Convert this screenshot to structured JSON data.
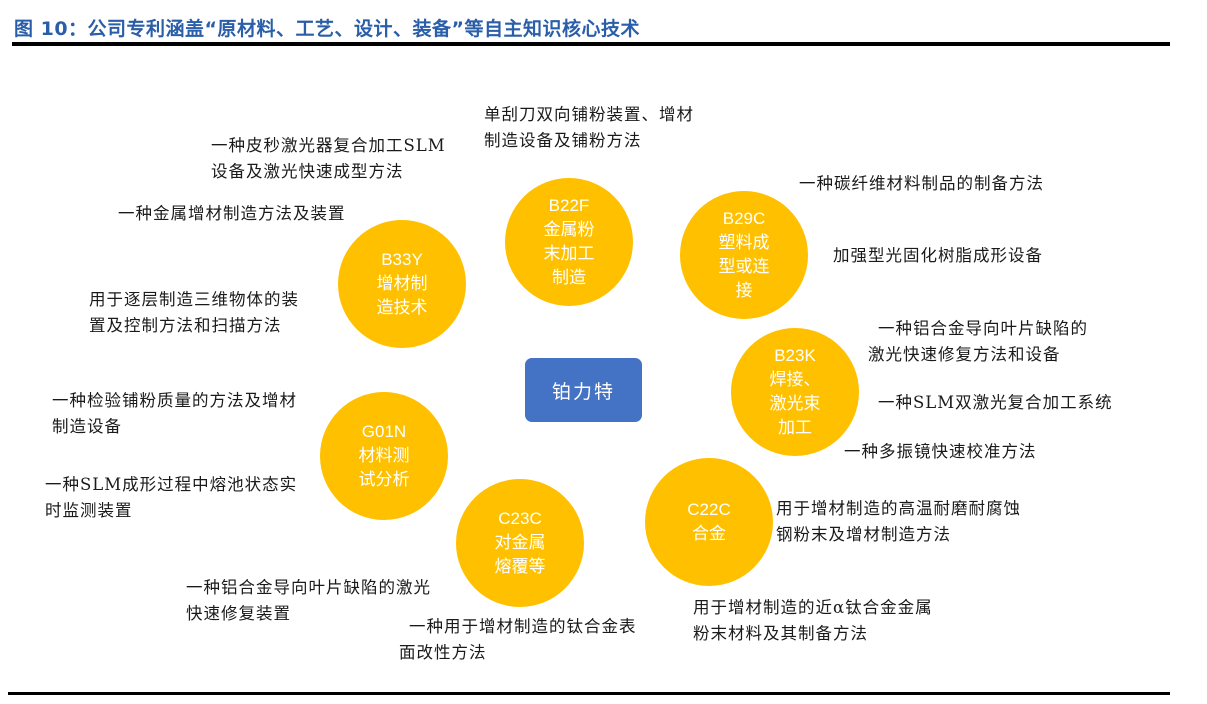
{
  "figure": {
    "title": "图 10：公司专利涵盖“原材料、工艺、设计、装备”等自主知识核心技术"
  },
  "center": {
    "label": "铂力特",
    "color": "#4472c4"
  },
  "categories": [
    {
      "code": "B22F",
      "name": "金属粉\n末加工\n制造",
      "color": "#ffc000"
    },
    {
      "code": "B29C",
      "name": "塑料成\n型或连\n接",
      "color": "#ffc000"
    },
    {
      "code": "B33Y",
      "name": "增材制\n造技术",
      "color": "#ffc000"
    },
    {
      "code": "B23K",
      "name": "焊接、\n激光束\n加工",
      "color": "#ffc000"
    },
    {
      "code": "G01N",
      "name": "材料测\n试分析",
      "color": "#ffc000"
    },
    {
      "code": "C22C",
      "name": "合金",
      "color": "#ffc000"
    },
    {
      "code": "C23C",
      "name": "对金属\n熔覆等",
      "color": "#ffc000"
    }
  ],
  "patents": [
    {
      "id": "p1",
      "lines": [
        "单刮刀双向铺粉装置、增材",
        "制造设备及铺粉方法"
      ]
    },
    {
      "id": "p2",
      "lines": [
        "一种皮秒激光器复合加工SLM",
        "设备及激光快速成型方法"
      ]
    },
    {
      "id": "p3",
      "lines": [
        "一种碳纤维材料制品的制备方法"
      ]
    },
    {
      "id": "p4",
      "lines": [
        "一种金属增材制造方法及装置"
      ]
    },
    {
      "id": "p5",
      "lines": [
        "加强型光固化树脂成形设备"
      ]
    },
    {
      "id": "p6",
      "lines": [
        "用于逐层制造三维物体的装",
        "置及控制方法和扫描方法"
      ]
    },
    {
      "id": "p7",
      "lines": [
        "一种铝合金导向叶片缺陷的",
        "激光快速修复方法和设备"
      ]
    },
    {
      "id": "p8",
      "lines": [
        "一种检验铺粉质量的方法及增材",
        "制造设备"
      ]
    },
    {
      "id": "p9",
      "lines": [
        "一种SLM双激光复合加工系统"
      ]
    },
    {
      "id": "p10",
      "lines": [
        "一种多振镜快速校准方法"
      ]
    },
    {
      "id": "p11",
      "lines": [
        "一种SLM成形过程中熔池状态实",
        "时监测装置"
      ]
    },
    {
      "id": "p12",
      "lines": [
        "用于增材制造的高温耐磨耐腐蚀",
        "钢粉末及增材制造方法"
      ]
    },
    {
      "id": "p13",
      "lines": [
        "一种铝合金导向叶片缺陷的激光",
        "快速修复装置"
      ]
    },
    {
      "id": "p14",
      "lines": [
        "用于增材制造的近α钛合金金属",
        "粉末材料及其制备方法"
      ]
    },
    {
      "id": "p15",
      "lines": [
        "一种用于增材制造的钛合金表",
        "面改性方法"
      ]
    }
  ]
}
